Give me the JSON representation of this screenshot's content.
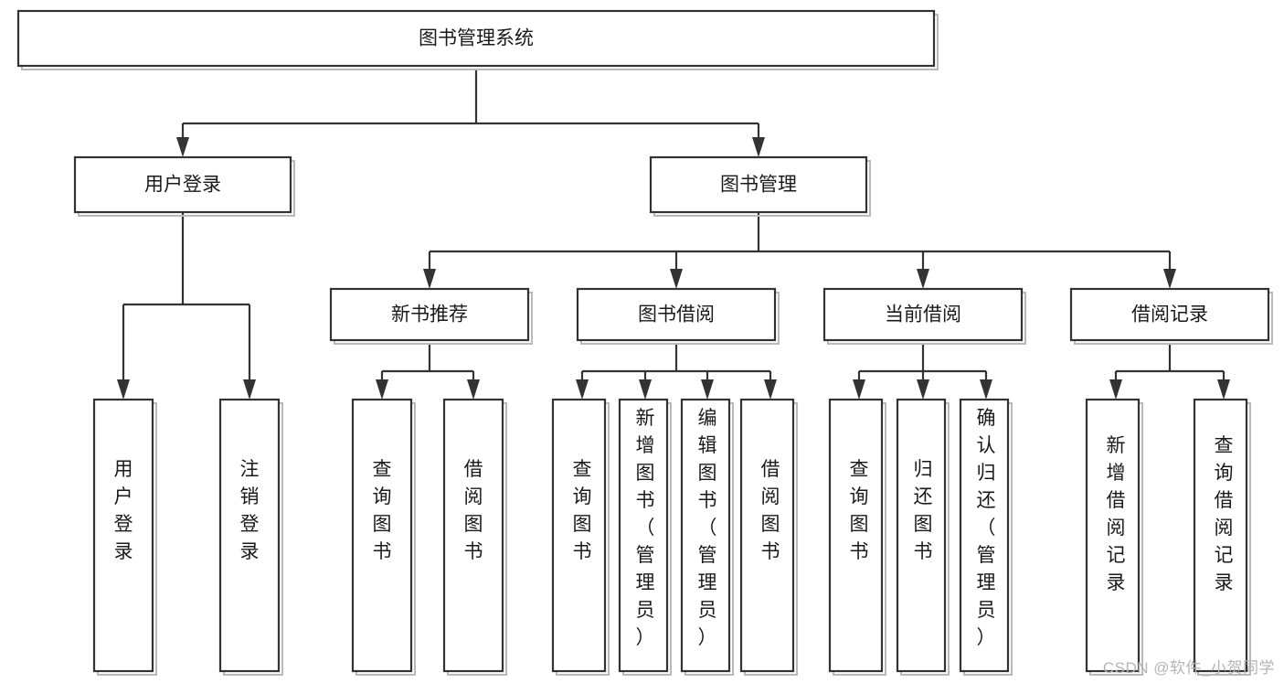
{
  "diagram": {
    "title": "图书管理系统",
    "type": "hierarchy-tree",
    "watermark": "CSDN @软件_小贺同学",
    "colors": {
      "box_fill": "#ffffff",
      "box_stroke": "#333333",
      "edge": "#333333",
      "text": "#1a1a1a",
      "watermark": "#b5b5b5",
      "background": "#ffffff"
    },
    "levels": {
      "root": {
        "label": "图书管理系统"
      },
      "level2": [
        {
          "id": "user-login",
          "label": "用户登录"
        },
        {
          "id": "book-management",
          "label": "图书管理"
        }
      ],
      "level3": [
        {
          "id": "new-book-recommend",
          "label": "新书推荐",
          "parent": "book-management"
        },
        {
          "id": "book-borrow",
          "label": "图书借阅",
          "parent": "book-management"
        },
        {
          "id": "current-borrow",
          "label": "当前借阅",
          "parent": "book-management"
        },
        {
          "id": "borrow-record",
          "label": "借阅记录",
          "parent": "book-management"
        }
      ],
      "leaves": [
        {
          "id": "leaf-user-login",
          "label": "用户登录",
          "parent": "user-login"
        },
        {
          "id": "leaf-logout-login",
          "label": "注销登录",
          "parent": "user-login"
        },
        {
          "id": "leaf-query-book-1",
          "label": "查询图书",
          "parent": "new-book-recommend"
        },
        {
          "id": "leaf-borrow-book-1",
          "label": "借阅图书",
          "parent": "new-book-recommend"
        },
        {
          "id": "leaf-query-book-2",
          "label": "查询图书",
          "parent": "book-borrow"
        },
        {
          "id": "leaf-add-book",
          "label": "新增图书（管理员）",
          "parent": "book-borrow"
        },
        {
          "id": "leaf-edit-book",
          "label": "编辑图书（管理员）",
          "parent": "book-borrow"
        },
        {
          "id": "leaf-borrow-book-2",
          "label": "借阅图书",
          "parent": "book-borrow"
        },
        {
          "id": "leaf-query-book-3",
          "label": "查询图书",
          "parent": "current-borrow"
        },
        {
          "id": "leaf-return-book",
          "label": "归还图书",
          "parent": "current-borrow"
        },
        {
          "id": "leaf-confirm-return",
          "label": "确认归还（管理员）",
          "parent": "current-borrow"
        },
        {
          "id": "leaf-add-record",
          "label": "新增借阅记录",
          "parent": "borrow-record"
        },
        {
          "id": "leaf-query-record",
          "label": "查询借阅记录",
          "parent": "borrow-record"
        }
      ]
    }
  }
}
